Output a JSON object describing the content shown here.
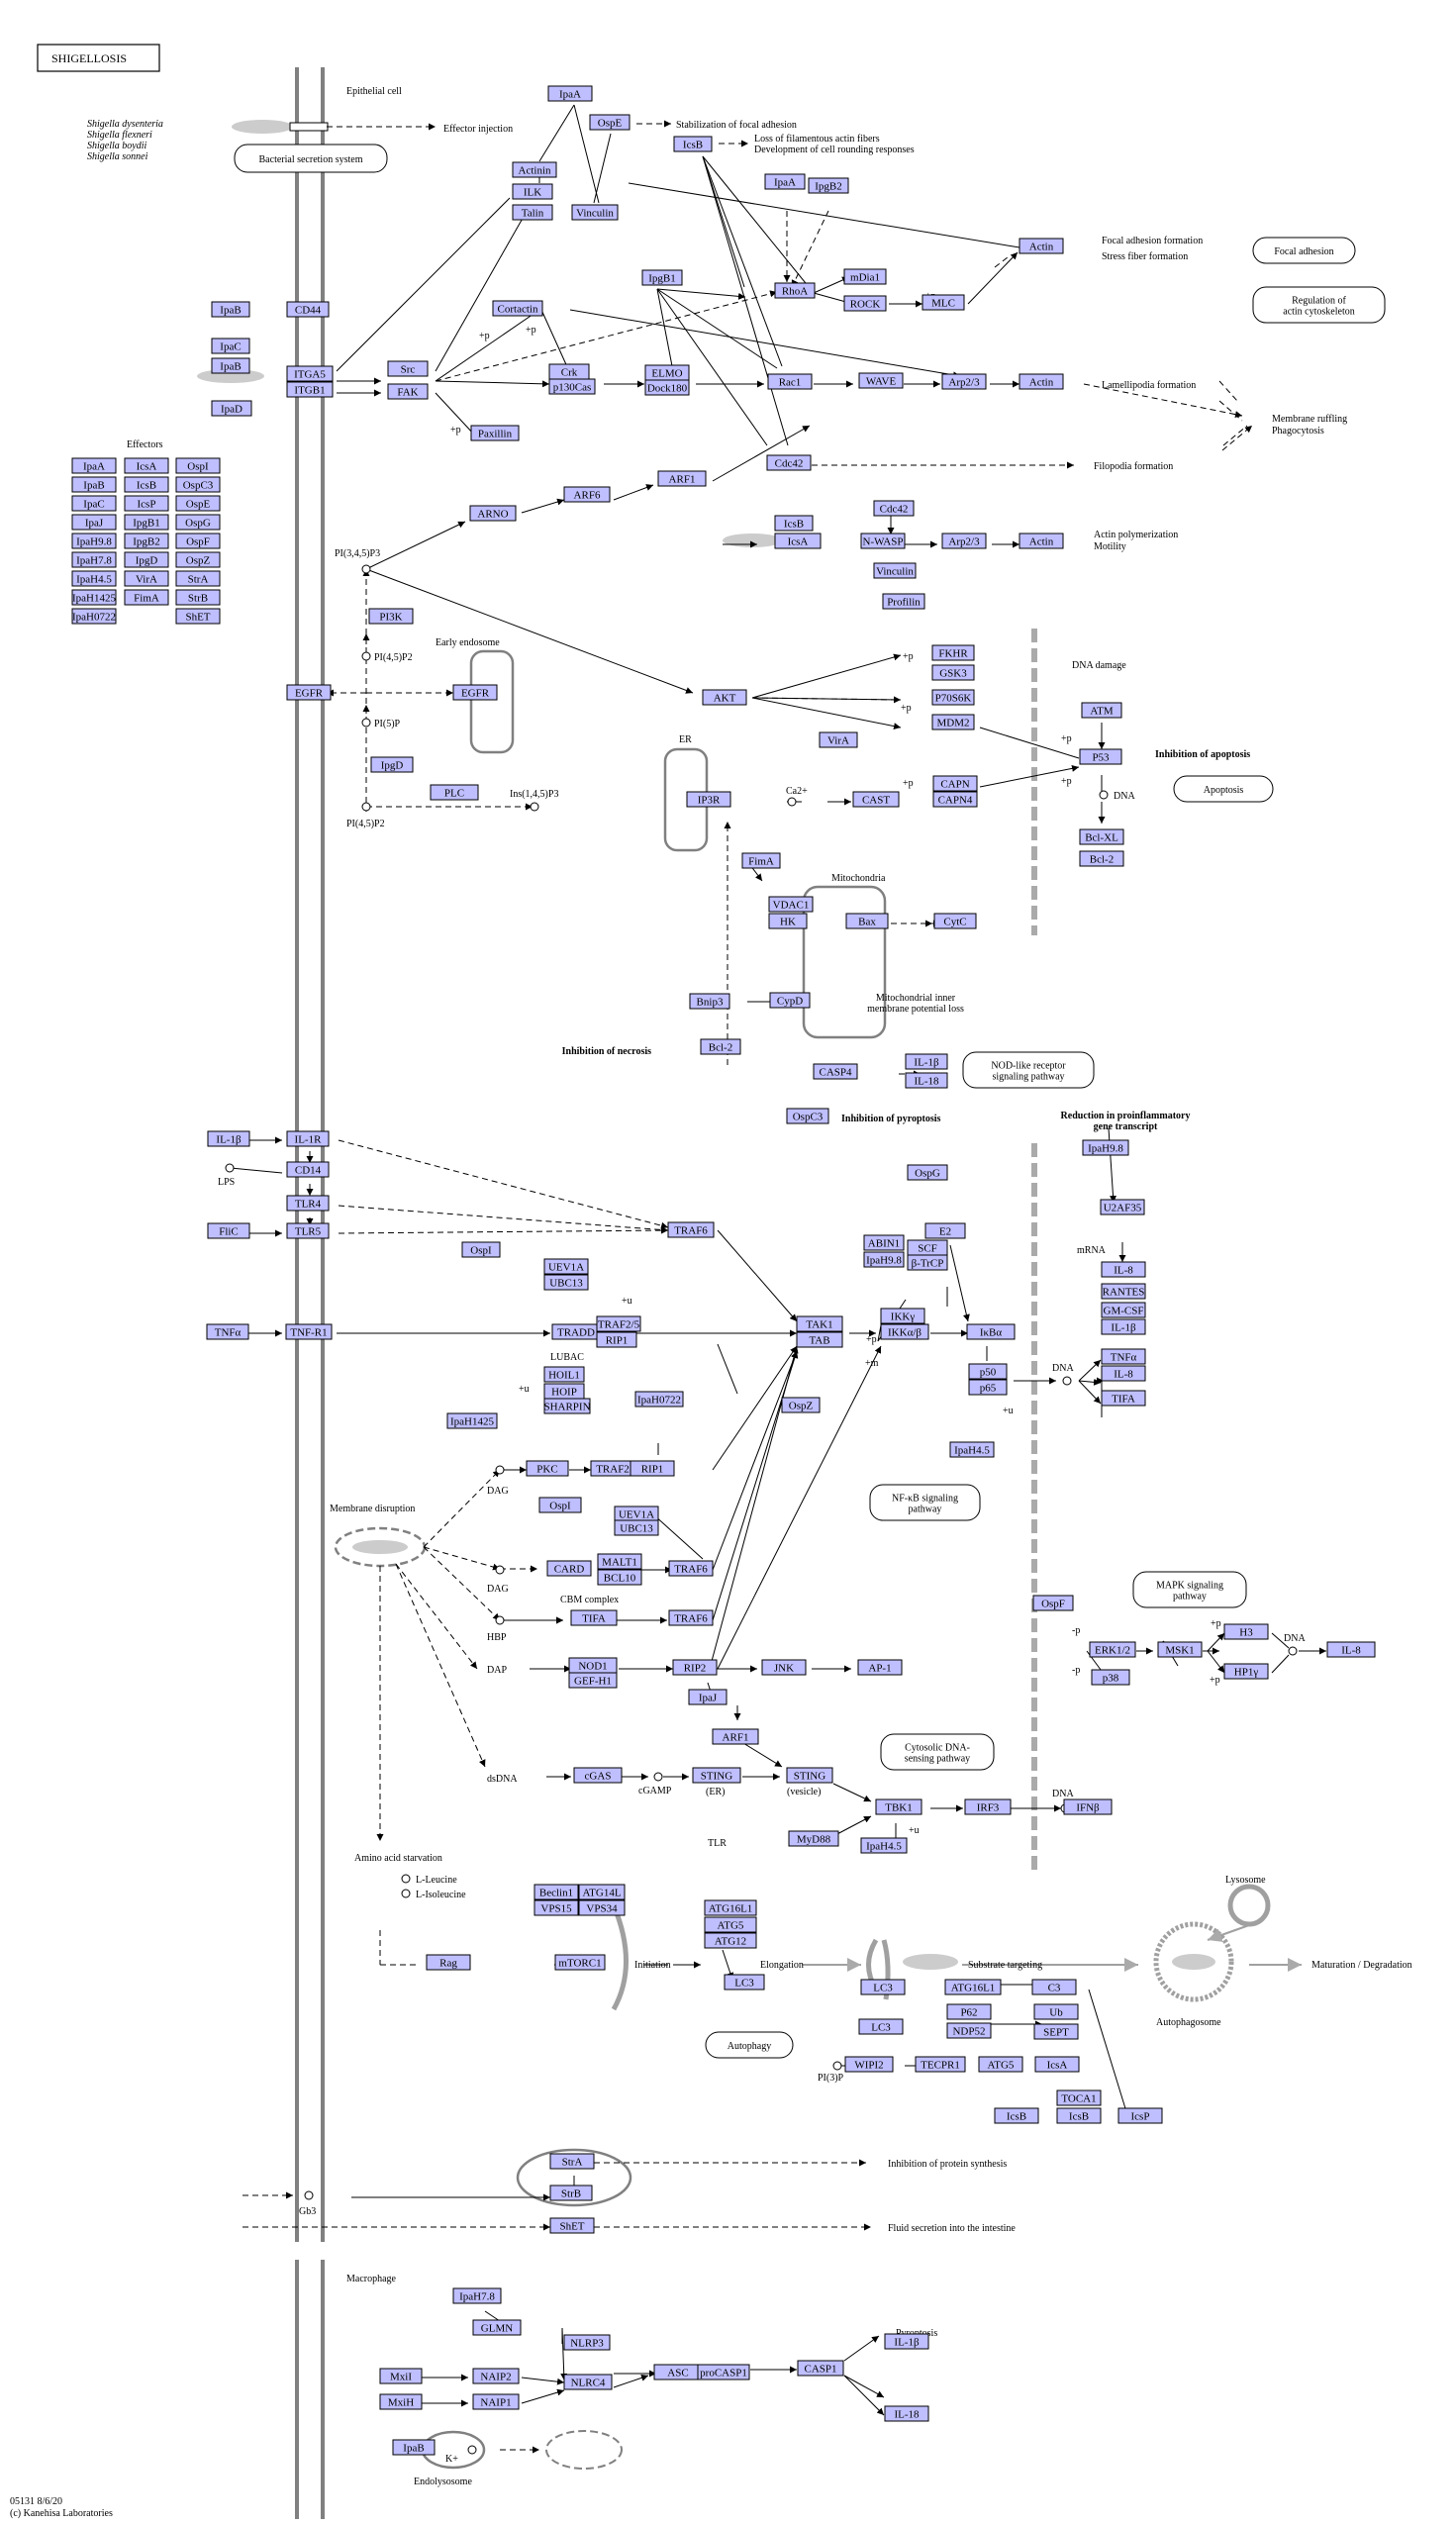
{
  "title": "SHIGELLOSIS",
  "footer": {
    "code_date": "05131 8/6/20",
    "copyright": "(c) Kanehisa Laboratories"
  },
  "species": [
    "Shigella dysenteria",
    "Shigella flexneri",
    "Shigella boydii",
    "Shigella sonnei"
  ],
  "regions": {
    "epithelial_cell": "Epithelial cell",
    "macrophage": "Macrophage",
    "effectors": "Effectors",
    "early_endosome": "Early endosome",
    "er": "ER",
    "mitochondria": "Mitochondria",
    "lysosome": "Lysosome",
    "autophagosome": "Autophagosome",
    "endolysosome": "Endolysosome",
    "cbm_complex": "CBM complex",
    "lubac": "LUBAC",
    "membrane_disruption": "Membrane disruption",
    "amino_acid_starvation": "Amino acid\nstarvation"
  },
  "pathway_links": [
    "Bacterial secretion system",
    "Focal adhesion",
    "Regulation of\nactin cytoskeleton",
    "Apoptosis",
    "NOD-like receptor\nsignaling pathway",
    "NF-κB signaling\npathway",
    "MAPK signaling\npathway",
    "Cytosolic DNA-\nsensing pathway",
    "Autophagy"
  ],
  "effectors_list": [
    "IpaA",
    "IcsA",
    "OspI",
    "IpaB",
    "IcsB",
    "OspC3",
    "IpaC",
    "IcsP",
    "OspE",
    "IpaJ",
    "IpgB1",
    "OspG",
    "IpaH9.8",
    "IpgB2",
    "OspF",
    "IpaH7.8",
    "IpgD",
    "OspZ",
    "IpaH4.5",
    "VirA",
    "StrA",
    "IpaH1425",
    "FimA",
    "StrB",
    "IpaH0722",
    "",
    "ShET"
  ],
  "genes": [
    "IpaA",
    "OspE",
    "Actinin",
    "ILK",
    "Talin",
    "Vinculin",
    "IcsB",
    "IpaA",
    "IpgB2",
    "IpgB1",
    "RhoA",
    "mDia1",
    "ROCK",
    "MLC",
    "Actin",
    "IpaB",
    "CD44",
    "IpaC",
    "IpaB",
    "ITGA5",
    "ITGB1",
    "Src",
    "FAK",
    "Cortactin",
    "Crk",
    "p130Cas",
    "ELMO",
    "Dock180",
    "Rac1",
    "WAVE",
    "Arp2/3",
    "Actin",
    "IpaD",
    "Paxillin",
    "Cdc42",
    "ARNO",
    "ARF6",
    "ARF1",
    "Cdc42",
    "IcsB",
    "IcsA",
    "N-WASP",
    "Arp2/3",
    "Actin",
    "Vinculin",
    "Profilin",
    "PI3K",
    "EGFR",
    "EGFR",
    "AKT",
    "FKHR",
    "GSK3",
    "P70S6K",
    "MDM2",
    "ATM",
    "P53",
    "IpgD",
    "PLC",
    "IP3R",
    "VirA",
    "CAST",
    "CAPN",
    "CAPN4",
    "Bcl-XL",
    "Bcl-2",
    "FimA",
    "VDAC1",
    "HK",
    "Bax",
    "CytC",
    "Bnip3",
    "CypD",
    "Bcl-2",
    "CASP4",
    "IL-1β",
    "IL-18",
    "OspC3",
    "IL-1β",
    "IL-1R",
    "CD14",
    "TLR4",
    "FliC",
    "TLR5",
    "OspI",
    "UEV1A",
    "UBC13",
    "TRAF6",
    "OspG",
    "E2",
    "SCF",
    "β-TrCP",
    "ABIN1",
    "IpaH9.8",
    "IpaH9.8",
    "U2AF35",
    "TNFα",
    "TNF-R1",
    "TRADD",
    "TRAF2/5",
    "RIP1",
    "TAK1",
    "TAB",
    "IKKγ",
    "IKKα/β",
    "IκBα",
    "HOIL1",
    "HOIP",
    "SHARPIN",
    "IpaH1425",
    "OspZ",
    "p50",
    "p65",
    "IpaH4.5",
    "IL-8",
    "RANTES",
    "GM-CSF",
    "IL-1β",
    "TNFα",
    "IL-8",
    "TIFA",
    "IpaH0722",
    "PKC",
    "TRAF2",
    "RIP1",
    "OspI",
    "UEV1A",
    "UBC13",
    "CARD",
    "MALT1",
    "BCL10",
    "TRAF6",
    "TIFA",
    "TRAF6",
    "OspF",
    "ERK1/2",
    "p38",
    "MSK1",
    "H3",
    "HP1γ",
    "IL-8",
    "NOD1",
    "GEF-H1",
    "RIP2",
    "JNK",
    "AP-1",
    "IpaJ",
    "ARF1",
    "cGAS",
    "STING",
    "STING",
    "TBK1",
    "IRF3",
    "IFNβ",
    "MyD88",
    "IpaH4.5",
    "Beclin1",
    "ATG14L",
    "VPS15",
    "VPS34",
    "ATG16L1",
    "ATG5",
    "ATG12",
    "Rag",
    "mTORC1",
    "LC3",
    "LC3",
    "ATG16L1",
    "C3",
    "LC3",
    "P62",
    "NDP52",
    "Ub",
    "SEPT",
    "WIPI2",
    "TECPR1",
    "ATG5",
    "IcsA",
    "IcsB",
    "TOCA1",
    "IcsB",
    "IcsP",
    "StrA",
    "StrB",
    "ShET",
    "IpaH7.8",
    "GLMN",
    "NLRP3",
    "MxiI",
    "NAIP2",
    "MxiH",
    "NAIP1",
    "NLRC4",
    "ASC",
    "proCASP1",
    "CASP1",
    "IL-1β",
    "IL-18",
    "IpaB"
  ],
  "compounds": [
    "PI(3,4,5)P3",
    "PI(4,5)P2",
    "PI(5)P",
    "PI(4,5)P2",
    "Ins(1,4,5)P3",
    "Ca2+",
    "DAG",
    "DAG",
    "HBP",
    "DAP",
    "dsDNA",
    "cGAMP",
    "LPS",
    "L-Leucine",
    "L-Isoleucine",
    "PI(3)P",
    "Gb3",
    "K+"
  ],
  "outcomes": [
    "Effector injection",
    "Stabilization of focal adhesion",
    "Loss of filamentous actin fibers",
    "Development of cell rounding responses",
    "Focal adhesion formation",
    "Stress fiber formation",
    "Lamellipodia formation",
    "Filopodia formation",
    "Membrane ruffling",
    "Phagocytosis",
    "Actin polymerization",
    "Motility",
    "DNA damage",
    "Inhibition of apoptosis",
    "DNA",
    "Mitochondrial inner\nmembrane potential loss",
    "Inhibition of necrosis",
    "Inhibition of pyroptosis",
    "Reduction in proinflammatory\ngene transcript",
    "mRNA",
    "DNA",
    "DNA",
    "DNA",
    "TLR",
    "(ER)",
    "(vesicle)",
    "Initiation",
    "Elongation",
    "Substrate targeting",
    "Maturation / Degradation",
    "Inhibition of protein synthesis",
    "Fluid secretion into the intestine",
    "Pyroptosis"
  ],
  "modifiers": [
    "+p",
    "+p",
    "+p",
    "+p",
    "+p",
    "+p",
    "+p",
    "+p",
    "+p",
    "+u",
    "+u",
    "+u",
    "+m",
    "+p",
    "+u",
    "-p",
    "-p",
    "+p",
    "+p",
    "+u"
  ],
  "colors": {
    "gene_fill": "#bfbfff",
    "membrane": "#808080",
    "effector_blob": "#cccccc"
  }
}
